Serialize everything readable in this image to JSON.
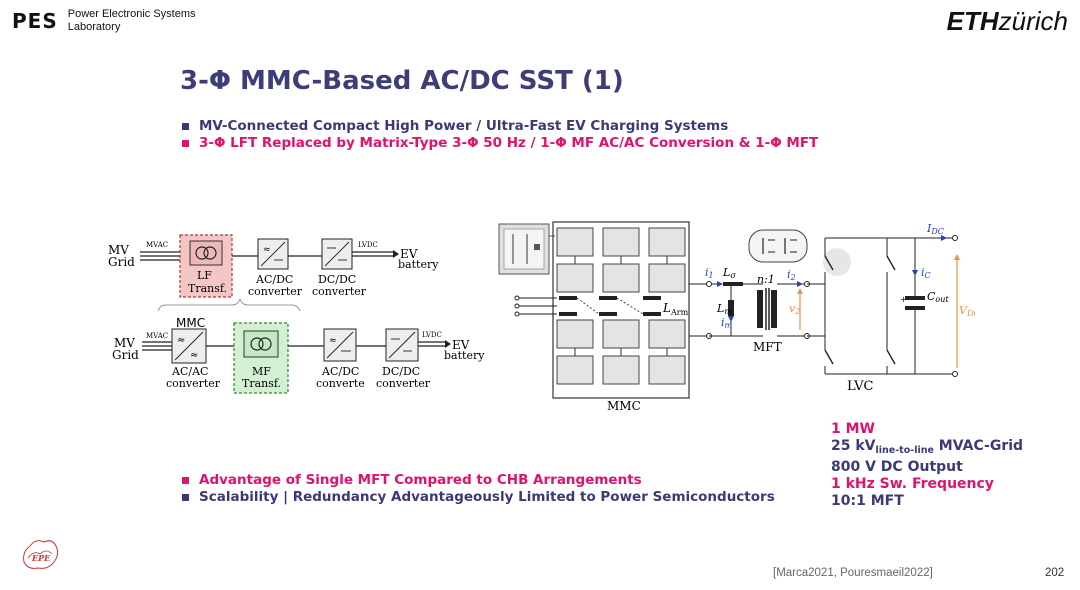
{
  "header": {
    "lab_mark": "PES",
    "lab_name_line1": "Power Electronic Systems",
    "lab_name_line2": "Laboratory",
    "university_bold": "ETH",
    "university_rest": "zürich"
  },
  "slide": {
    "title": "3-Φ MMC-Based AC/DC SST (1)",
    "top_bullets": [
      "MV-Connected Compact High Power / Ultra-Fast EV Charging Systems",
      "3-Φ LFT Replaced by Matrix-Type 3-Φ 50 Hz / 1-Φ MF AC/AC Conversion & 1-Φ MFT"
    ],
    "bottom_bullets": [
      "Advantage of Single MFT Compared to CHB Arrangements",
      "Scalability | Redundancy Advantageously Limited to Power Semiconductors"
    ],
    "specs": {
      "power": "1 MW",
      "grid_value": "25 kV",
      "grid_sub": "line-to-line",
      "grid_rest": " MVAC-Grid",
      "dc_output": "800 V DC Output",
      "sw_freq": "1 kHz Sw. Frequency",
      "mft_ratio": "10:1 MFT"
    },
    "citation": "[Marca2021, Pouresmaeil2022]",
    "page_number": "202"
  },
  "block_diagram": {
    "top": {
      "grid_label_1": "MV",
      "grid_label_2": "Grid",
      "mvac": "MVAC",
      "lf_label_1": "LF",
      "lf_label_2": "Transf.",
      "acdc_1": "AC/DC",
      "acdc_2": "converter",
      "dcdc_1": "DC/DC",
      "dcdc_2": "converter",
      "lvdc": "LVDC",
      "ev_1": "EV",
      "ev_2": "battery"
    },
    "bottom": {
      "mmc_label": "MMC",
      "grid_label_1": "MV",
      "grid_label_2": "Grid",
      "mvac": "MVAC",
      "acac_1": "AC/AC",
      "acac_2": "converter",
      "mf_label_1": "MF",
      "mf_label_2": "Transf.",
      "acdc_1": "AC/DC",
      "acdc_2": "converte",
      "dcdc_1": "DC/DC",
      "dcdc_2": "converter",
      "lvdc": "LVDC",
      "ev_1": "EV",
      "ev_2": "battery"
    }
  },
  "circuit": {
    "mmc_label": "MMC",
    "mft_label": "MFT",
    "lvc_label": "LVC",
    "i1": "i",
    "i1_sub": "1",
    "l_sigma": "L",
    "l_sigma_sub": "σ",
    "turns": "n:1",
    "i2": "i",
    "i2_sub": "2",
    "l_arm": "L",
    "l_arm_sub": "Arm",
    "lm": "L",
    "lm_sub": "m",
    "im": "i",
    "im_sub": "m",
    "v2": "v",
    "v2_sub": "2",
    "idc": "I",
    "idc_sub": "DC",
    "ic": "i",
    "ic_sub": "C",
    "cout": "C",
    "cout_sub": "out",
    "vdc": "V",
    "vdc_sub": "DC"
  },
  "colors": {
    "title": "#3d3d7a",
    "navy": "#3a3a78",
    "pink": "#e2116b",
    "current_arrow": "#2a3fb8",
    "voltage_arrow": "#e8924a"
  }
}
